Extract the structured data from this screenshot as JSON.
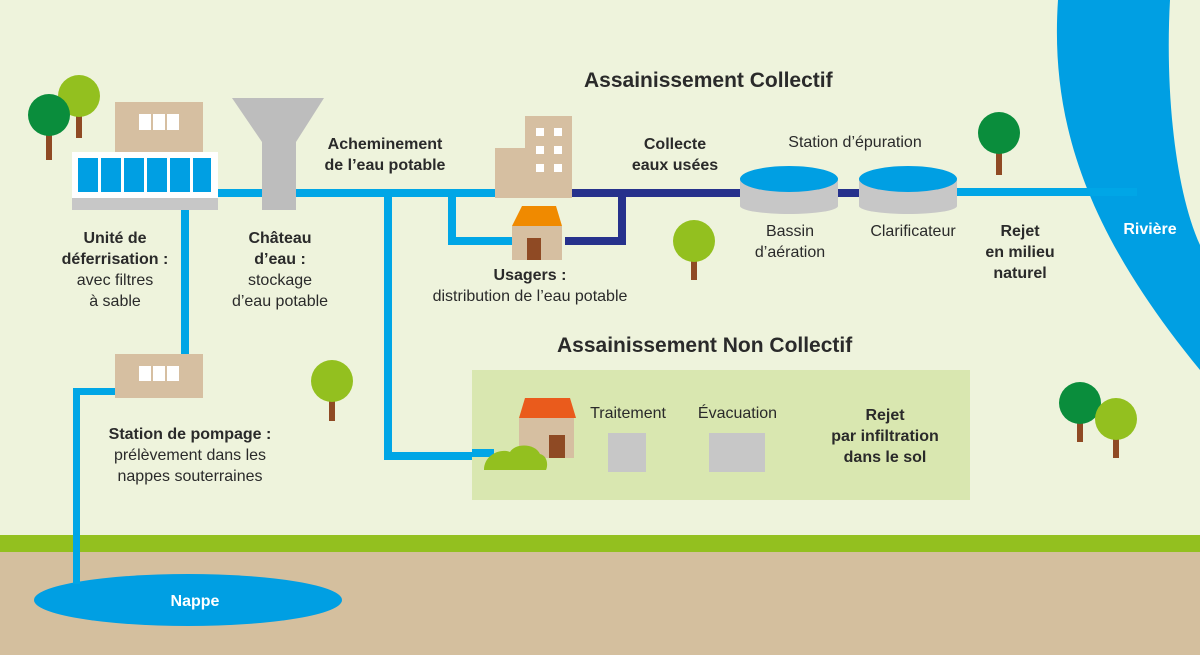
{
  "colors": {
    "background": "#eef3dc",
    "potable_water_pipe": "#00a6e6",
    "wastewater_pipe": "#26318c",
    "river": "#009fe3",
    "grass": "#93c01f",
    "soil": "#d4bf9e",
    "building": "#d6bfa1",
    "roof": "#f08a00",
    "roof_nc": "#ea5b1c",
    "tree_dark": "#0a8d3c",
    "tree_light": "#93c01f",
    "nc_box": "#d9e7b0"
  },
  "titles": {
    "collectif": "Assainissement Collectif",
    "non_collectif": "Assainissement Non Collectif"
  },
  "labels": {
    "deferrisation": {
      "bold": [
        "Unité de",
        "déferrisation :"
      ],
      "normal": [
        "avec filtres",
        "à sable"
      ]
    },
    "chateau": {
      "bold": [
        "Château",
        "d’eau :"
      ],
      "normal": [
        "stockage",
        "d’eau potable"
      ]
    },
    "acheminement": {
      "bold": [
        "Acheminement",
        "de l’eau potable"
      ]
    },
    "usagers": {
      "bold": "Usagers :",
      "normal": "distribution de l’eau potable"
    },
    "collecte": {
      "bold": [
        "Collecte",
        "eaux usées"
      ]
    },
    "station_epuration": "Station d’épuration",
    "bassin": [
      "Bassin",
      "d’aération"
    ],
    "clarificateur": "Clarificateur",
    "rejet_naturel": [
      "Rejet",
      "en milieu",
      "naturel"
    ],
    "riviere": "Rivière",
    "pompage": {
      "bold": "Station de pompage :",
      "normal": [
        "prélèvement dans les",
        "nappes souterraines"
      ]
    },
    "nappe": "Nappe",
    "traitement": "Traitement",
    "evacuation": "Évacuation",
    "rejet_infiltration": [
      "Rejet",
      "par infiltration",
      "dans le sol"
    ]
  }
}
